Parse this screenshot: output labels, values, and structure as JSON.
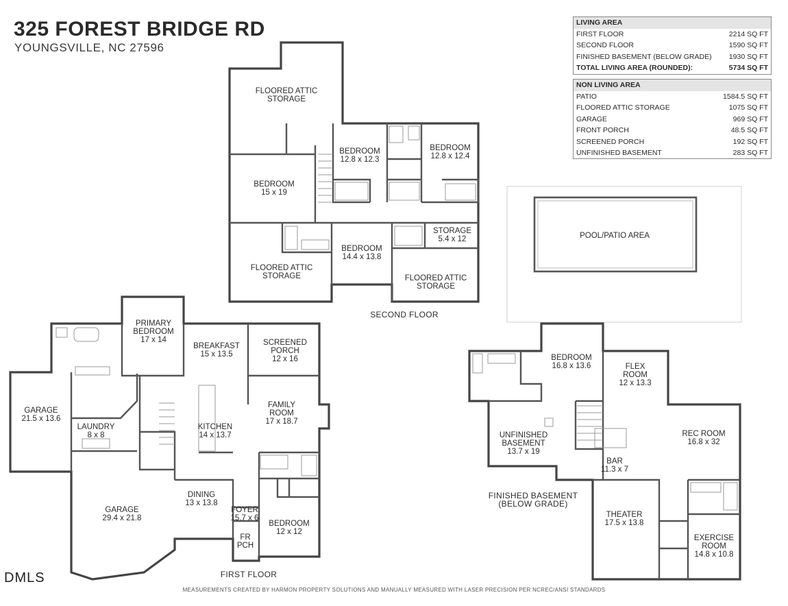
{
  "header": {
    "address": "325 FOREST BRIDGE RD",
    "city": "YOUNGSVILLE, NC 27596"
  },
  "living_area": {
    "title": "LIVING AREA",
    "rows": [
      {
        "label": "FIRST FLOOR",
        "value": "2214 SQ FT"
      },
      {
        "label": "SECOND FLOOR",
        "value": "1590 SQ FT"
      },
      {
        "label": "FINISHED BASEMENT (BELOW GRADE)",
        "value": "1930 SQ FT"
      },
      {
        "label": "TOTAL LIVING AREA (ROUNDED):",
        "value": "5734 SQ FT"
      }
    ]
  },
  "non_living_area": {
    "title": "NON LIVING AREA",
    "rows": [
      {
        "label": "PATIO",
        "value": "1584.5 SQ FT"
      },
      {
        "label": "FLOORED ATTIC STORAGE",
        "value": "1075 SQ FT"
      },
      {
        "label": "GARAGE",
        "value": "969 SQ FT"
      },
      {
        "label": "FRONT PORCH",
        "value": "48.5 SQ FT"
      },
      {
        "label": "SCREENED PORCH",
        "value": "192 SQ FT"
      },
      {
        "label": "UNFINISHED BASEMENT",
        "value": "283 SQ FT"
      }
    ]
  },
  "floors": {
    "second": {
      "label": "SECOND FLOOR",
      "rooms": {
        "attic1": [
          "FLOORED ATTIC",
          "STORAGE"
        ],
        "bed_a": [
          "BEDROOM",
          "12.8 x 12.3"
        ],
        "bed_b": [
          "BEDROOM",
          "12.8 x 12.4"
        ],
        "bed_c": [
          "BEDROOM",
          "15 x 19"
        ],
        "storage": [
          "STORAGE",
          "5.4 x 12"
        ],
        "bed_d": [
          "BEDROOM",
          "14.4 x 13.8"
        ],
        "attic2": [
          "FLOORED ATTIC",
          "STORAGE"
        ],
        "attic3": [
          "FLOORED ATTIC",
          "STORAGE"
        ]
      }
    },
    "first": {
      "label": "FIRST FLOOR",
      "rooms": {
        "primary": [
          "PRIMARY",
          "BEDROOM",
          "17 x 14"
        ],
        "breakfast": [
          "BREAKFAST",
          "15 x 13.5"
        ],
        "screened": [
          "SCREENED",
          "PORCH",
          "12 x 16"
        ],
        "garage1": [
          "GARAGE",
          "21.5 x 13.6"
        ],
        "laundry": [
          "LAUNDRY",
          "8 x 8"
        ],
        "kitchen": [
          "KITCHEN",
          "14 x 13.7"
        ],
        "family": [
          "FAMILY",
          "ROOM",
          "17 x 18.7"
        ],
        "garage2": [
          "GARAGE",
          "29.4 x 21.8"
        ],
        "dining": [
          "DINING",
          "13 x 13.8"
        ],
        "foyer": [
          "FOYER",
          "15.7 x 6"
        ],
        "bedroom": [
          "BEDROOM",
          "12 x 12"
        ],
        "frpch": [
          "FR",
          "PCH"
        ]
      }
    },
    "basement": {
      "label": [
        "FINISHED BASEMENT",
        "(BELOW GRADE)"
      ],
      "rooms": {
        "pool": [
          "POOL/PATIO AREA"
        ],
        "bedroom": [
          "BEDROOM",
          "16.8 x 13.6"
        ],
        "flex": [
          "FLEX",
          "ROOM",
          "12 x 13.3"
        ],
        "unfinished": [
          "UNFINISHED",
          "BASEMENT",
          "13.7 x 19"
        ],
        "rec": [
          "REC ROOM",
          "16.8 x 32"
        ],
        "bar": [
          "BAR",
          "11.3 x 7"
        ],
        "theater": [
          "THEATER",
          "17.5 x 13.8"
        ],
        "exercise": [
          "EXERCISE",
          "ROOM",
          "14.8 x 10.8"
        ]
      }
    }
  },
  "footer": "MEASUREMENTS CREATED BY HARMON PROPERTY SOLUTIONS AND MANUALLY MEASURED WITH LASER PRECISION PER NCREC/ANSI STANDARDS",
  "logo": "DMLS"
}
